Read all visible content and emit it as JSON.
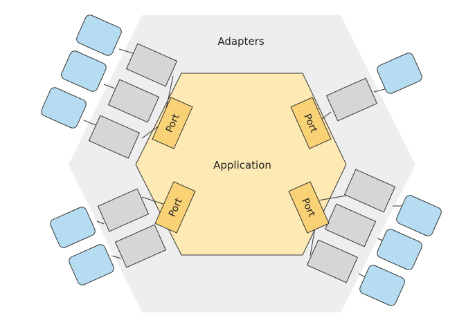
{
  "diagram": {
    "outer_label": "Adapters",
    "inner_label": "Application",
    "port_label": "Port"
  },
  "colors": {
    "outer_fill": "#eeeeee",
    "application_fill": "#fde9b4",
    "port_fill": "#f9d276",
    "adapter_fill": "#d6d6d6",
    "client_fill": "#b5dcf0",
    "line": "#333333"
  }
}
